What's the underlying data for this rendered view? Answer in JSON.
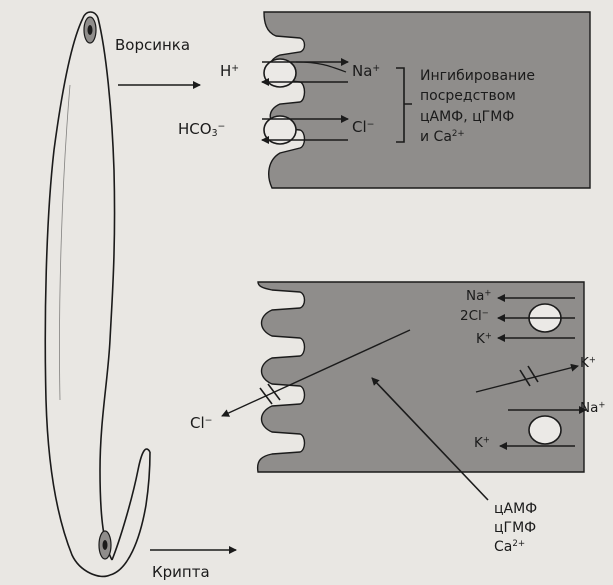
{
  "labels": {
    "villus": "Ворсинка",
    "crypt": "Крипта"
  },
  "villus_cell": {
    "ions": {
      "h": "H",
      "h_sup": "+",
      "hco3": "HCO",
      "hco3_sub": "3",
      "hco3_sup": "−",
      "na": "Na",
      "na_sup": "+",
      "cl": "Cl",
      "cl_sup": "−"
    },
    "inhibition": {
      "line1": "Ингибирование",
      "line2": "посредством",
      "line3": "цАМФ, цГМФ",
      "line4_prefix": "и Ca",
      "line4_sup": "2+"
    }
  },
  "crypt_cell": {
    "ions": {
      "na": "Na",
      "na_sup": "+",
      "cl2": "2Cl",
      "cl2_sup": "−",
      "k": "K",
      "k_sup": "+",
      "k_channel": "K",
      "k_channel_sup": "+",
      "na_pump": "Na",
      "na_pump_sup": "+",
      "k_pump": "K",
      "k_pump_sup": "+",
      "cl_out": "Cl",
      "cl_out_sup": "−"
    },
    "messengers": {
      "line1": "цАМФ",
      "line2": "цГМФ",
      "line3_prefix": "Ca",
      "line3_sup": "2+"
    }
  },
  "colors": {
    "cell_fill": "#8f8d8b",
    "ink": "#1b1b1b",
    "background": "#e9e7e3",
    "nucleus": "#6e6c6a"
  }
}
